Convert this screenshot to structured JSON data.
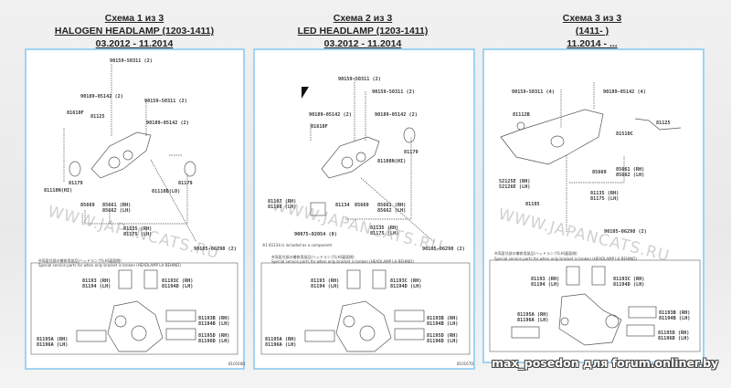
{
  "schemes": [
    {
      "heading": "Схема 1 из 3",
      "title": "HALOGEN HEADLAMP (1203-1411)",
      "period": "03.2012 - 11.2014",
      "labels": [
        "90159-50311 (2)",
        "90189-05142 (2)",
        "90159-50311 (2)",
        "90189-05142 (2)",
        "81610F",
        "81125",
        "81179",
        "81179",
        "81110N(HI)",
        "81110D(LO)",
        "85669",
        "85661 (RH)\n85662 (LH)",
        "81135 (RH)\n81175 (LH)",
        "90105-06298 (2)",
        "81193 (RH)\n81194 (LH)",
        "81193C (RH)\n81194D (LH)",
        "81193B (RH)\n81194B (LH)",
        "81195D (RH)\n81196D (LH)",
        "81195A (RH)\n81196A (LH)"
      ],
      "notes": [
        "※両面付部の補修用部品(ヘッドランプ(LH)裏面側)",
        "Special service parts for when only bracket is broken (HEADLAMP LH BEHIND)",
        "810160D"
      ],
      "watermark": "WWW.JAPANCATS.RU"
    },
    {
      "heading": "Схема 2 из 3",
      "title": "LED HEADLAMP (1203-1411)",
      "period": "03.2012 - 11.2014",
      "labels": [
        "90159-50311 (2)",
        "90159-50311 (2)",
        "90189-05142 (2)",
        "90189-05142 (2)",
        "81610F",
        "81179",
        "81108N(HI)",
        "81107 (RH)\n81108 (LH)",
        "81134",
        "85669",
        "85661 (RH)\n85662 (LH)",
        "81135 (RH)\n81175 (LH)",
        "90075-02054 (8)",
        "90105-06298 (2)",
        "81193 (RH)\n81194 (LH)",
        "81193C (RH)\n81194D (LH)",
        "81193B (RH)\n81194B (LH)",
        "81195D (RH)\n81196D (LH)",
        "81195A (RH)\n81196A (LH)"
      ],
      "notes": [
        "※1 81134 is included as a component",
        "※両面付部の補修用部品(ヘッドランプ(LH)裏面側)",
        "Special service parts for when only bracket is broken (HEADLAMP LH BEHIND)",
        "810167D"
      ],
      "watermark": "WWW.JAPANCATS.RU"
    },
    {
      "heading": "Схема 3 из 3",
      "title": "(1411- )",
      "period": "11.2014 - ...",
      "labels": [
        "90159-50311 (4)",
        "90189-05142 (4)",
        "81112B",
        "81125",
        "81510C",
        "85669",
        "85661 (RH)\n85662 (LH)",
        "52125E (RH)\n52126E (LH)",
        "81135 (RH)\n81175 (LH)",
        "81195",
        "90105-06298 (2)",
        "81193 (RH)\n81194 (LH)",
        "81193C (RH)\n81194D (LH)",
        "81195A (RH)\n81196A (LH)",
        "81193B (RH)\n81194B (LH)",
        "81195D (RH)\n81196D (LH)"
      ],
      "notes": [
        "※両面付部の補修用部品(ヘッドランプ(LH)裏面側)",
        "Special service parts for when only bracket is broken (HEADLAMP LH BEHIND)"
      ],
      "watermark": "WWW.JAPANCATS.RU"
    }
  ],
  "credit": "max_posedon для forum.onliner.by"
}
